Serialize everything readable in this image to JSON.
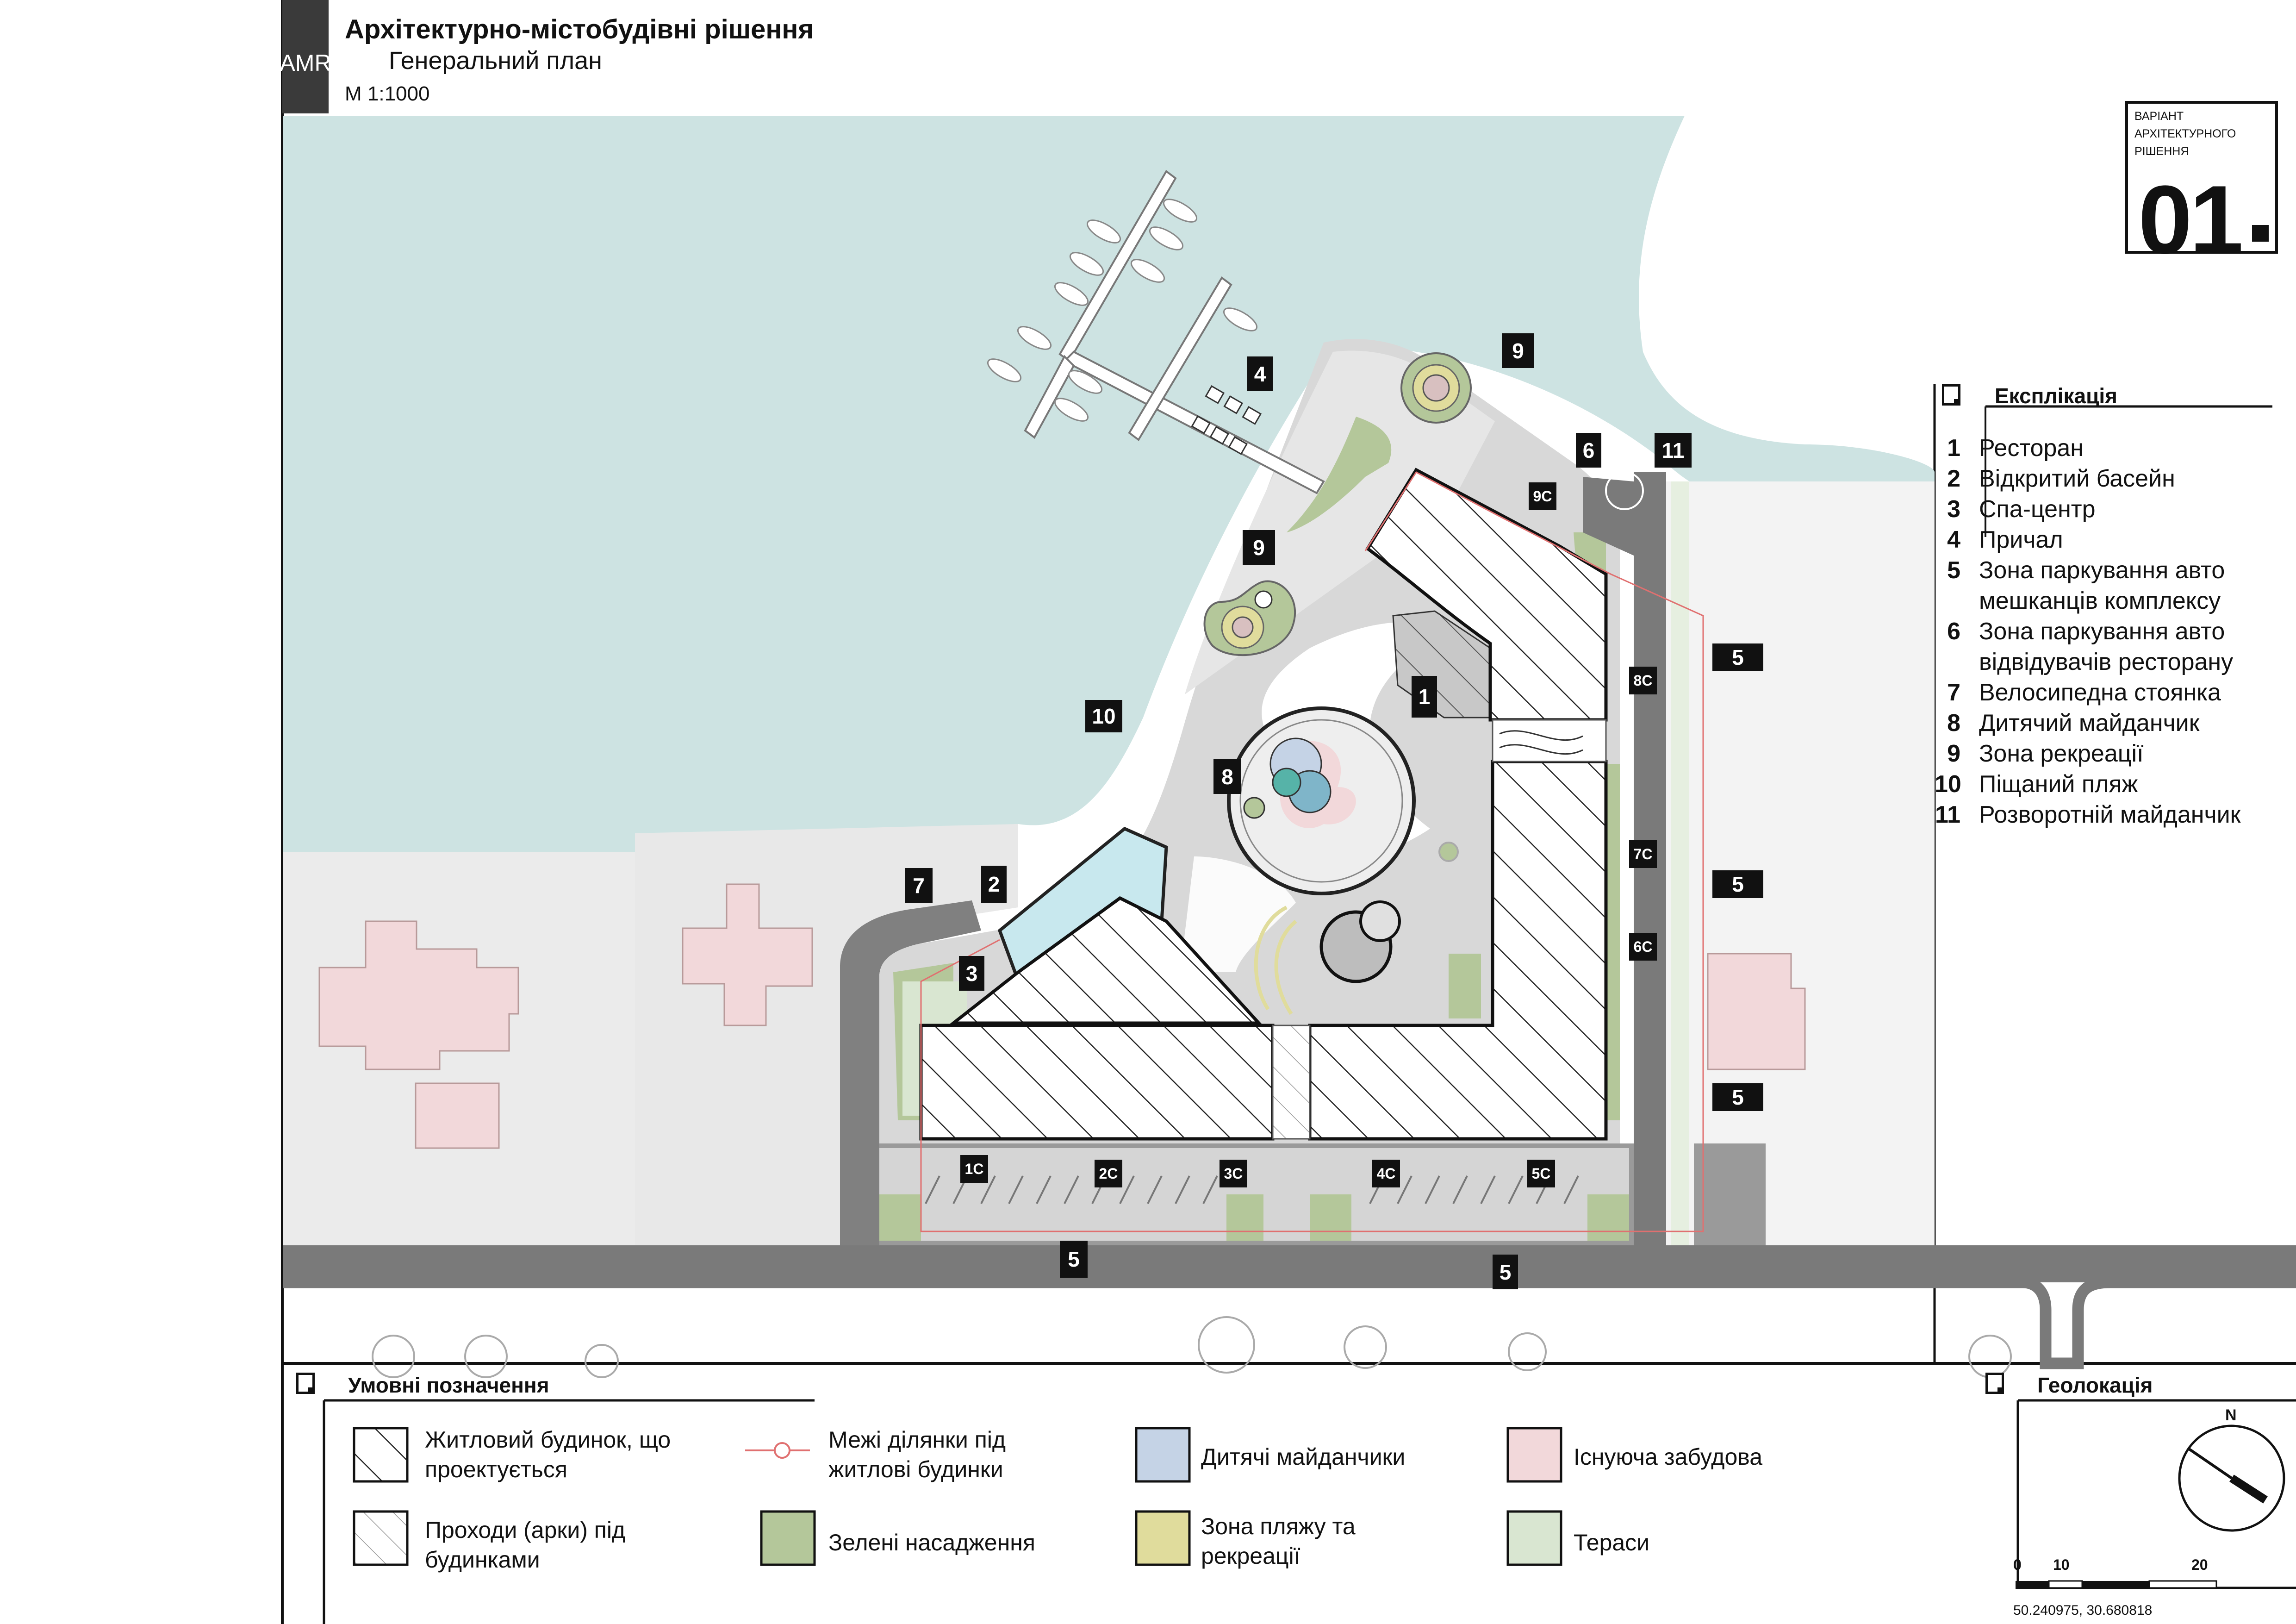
{
  "header": {
    "tab": "AMR",
    "title": "Архітектурно-містобудівні рішення",
    "subtitle": "Генеральний план",
    "scale": "М 1:1000"
  },
  "variant": {
    "label": "ВАРІАНТ АРХІТЕКТУРНОГО РІШЕННЯ",
    "number": "01"
  },
  "explication": {
    "title": "Експлікація",
    "items": [
      {
        "num": "1",
        "label": "Ресторан"
      },
      {
        "num": "2",
        "label": "Відкритий басейн"
      },
      {
        "num": "3",
        "label": "Спа-центр"
      },
      {
        "num": "4",
        "label": "Причал"
      },
      {
        "num": "5",
        "label": "Зона паркування авто"
      },
      {
        "num": "",
        "label": "мешканців комплексу"
      },
      {
        "num": "6",
        "label": "Зона паркування авто"
      },
      {
        "num": "",
        "label": "відвідувачів ресторану"
      },
      {
        "num": "7",
        "label": "Велосипедна стоянка"
      },
      {
        "num": "8",
        "label": "Дитячий майданчик"
      },
      {
        "num": "9",
        "label": "Зона рекреації"
      },
      {
        "num": "10",
        "label": "Піщаний пляж"
      },
      {
        "num": "11",
        "label": "Розворотній майданчик"
      }
    ]
  },
  "legend": {
    "title": "Умовні позначення",
    "items": [
      {
        "label_1": "Житловий будинок, що",
        "label_2": "проектується"
      },
      {
        "label_1": "Проходи (арки) під",
        "label_2": "будинками"
      },
      {
        "label_1": "Межі ділянки під",
        "label_2": "житлові будинки"
      },
      {
        "label_1": "Зелені насадження",
        "label_2": ""
      },
      {
        "label_1": "Дитячі майданчики",
        "label_2": ""
      },
      {
        "label_1": "Зона пляжу та",
        "label_2": "рекреації"
      },
      {
        "label_1": "Існуюча забудова",
        "label_2": ""
      },
      {
        "label_1": "Тераси",
        "label_2": ""
      }
    ],
    "colors": {
      "playground": "#c5d3e6",
      "greenery": "#b4c79a",
      "beach": "#e0dc9c",
      "existing": "#f2d8da",
      "terraces": "#d9e6d1",
      "water": "#cde3e2",
      "boundary": "#e07070"
    }
  },
  "geolocation": {
    "title": "Геолокація",
    "north": "N",
    "scale_ticks": [
      "0",
      "10",
      "20"
    ],
    "coords": "50.240975, 30.680818"
  },
  "plan_tags": {
    "p1": "1",
    "p2": "2",
    "p3": "3",
    "p4": "4",
    "p5a": "5",
    "p5b": "5",
    "p5c": "5",
    "p5d": "5",
    "p5e": "5",
    "p6": "6",
    "p7": "7",
    "p8": "8",
    "p9a": "9",
    "p9b": "9",
    "p10": "10",
    "p11": "11",
    "s1": "1С",
    "s2": "2С",
    "s3": "3С",
    "s4": "4С",
    "s5": "5С",
    "s6": "6С",
    "s7": "7С",
    "s8": "8С",
    "s9": "9С"
  }
}
